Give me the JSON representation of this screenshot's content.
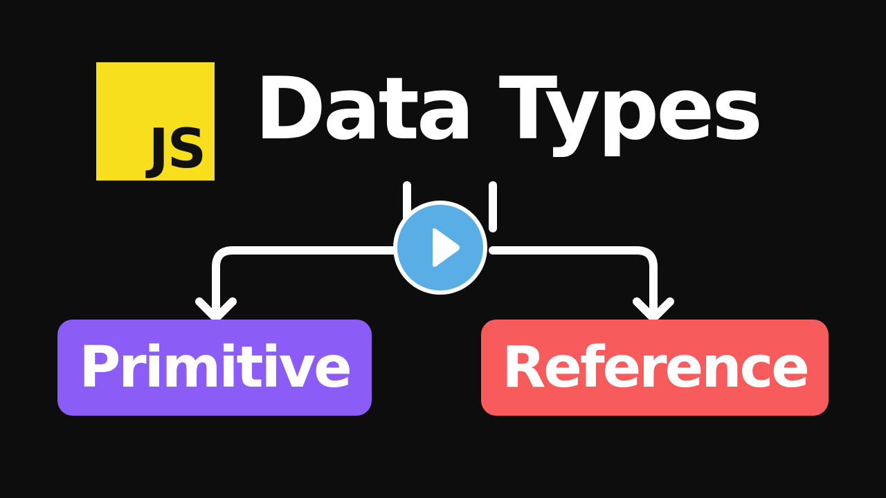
{
  "logo": {
    "text": "JS",
    "color": "#f7df1e"
  },
  "title": "Data Types",
  "branches": [
    {
      "label": "Primitive",
      "color": "#8c5cf6"
    },
    {
      "label": "Reference",
      "color": "#f75b5b"
    }
  ],
  "play_button": {
    "icon": "play-icon",
    "color": "#5aaee6"
  },
  "colors": {
    "background": "#0d0d0d",
    "connector": "#ffffff"
  }
}
